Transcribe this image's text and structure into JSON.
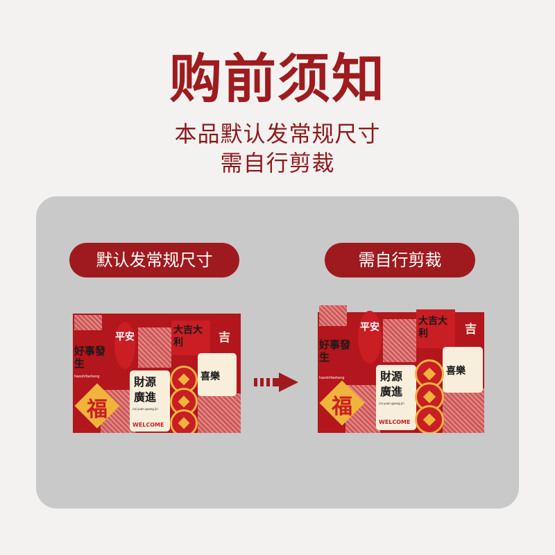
{
  "header": {
    "title": "购前须知",
    "line1": "本品默认发常规尺寸",
    "line2": "需自行剪裁"
  },
  "comparison": {
    "left_label": "默认发常规尺寸",
    "right_label": "需自行剪裁",
    "arrow_icon": "arrow-right-icon"
  },
  "artwork": {
    "ping_an": "平安",
    "hao_shi": "好事發生",
    "hao_shi_pinyin": "haoshifasheng",
    "fu": "福",
    "da_ji": "大吉大利",
    "ji": "吉",
    "cai_yuan": "財源廣進",
    "cai_yuan_pinyin": "cai yuan guang jin",
    "welcome": "WELCOME",
    "xi_le": "喜樂"
  },
  "colors": {
    "accent": "#9f1a1e",
    "panel": "#c9c9c9",
    "gold": "#f2b33d"
  }
}
